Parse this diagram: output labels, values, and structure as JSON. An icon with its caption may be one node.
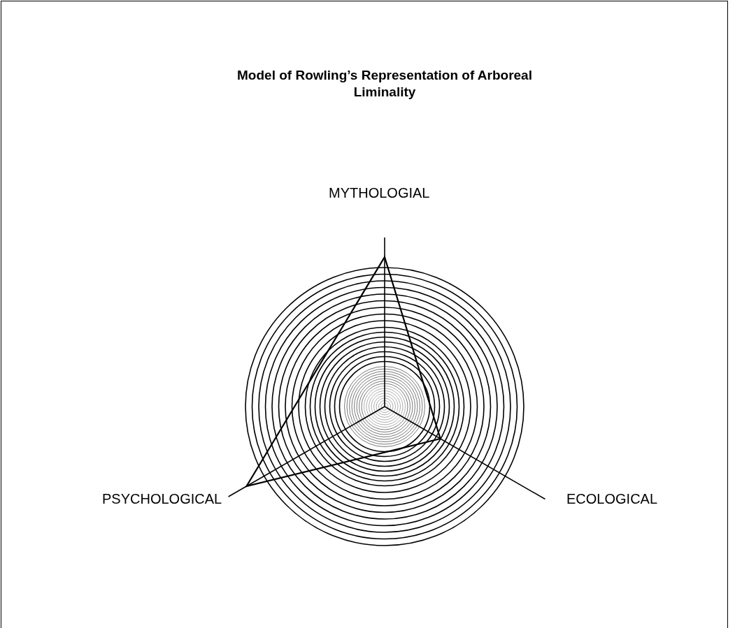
{
  "diagram": {
    "title": "Model of Rowling’s Representation of Arboreal Liminality",
    "labels": [
      "MYTHOLOGIAL",
      "PSYCHOLOGICAL",
      "ECOLOGICAL"
    ]
  }
}
